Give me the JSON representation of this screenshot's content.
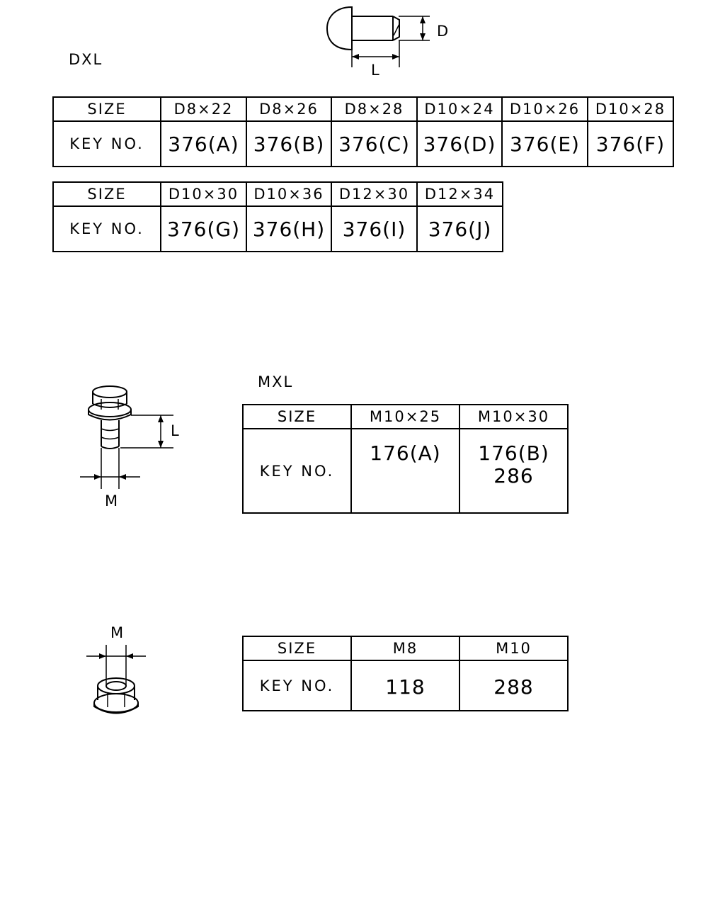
{
  "dxl": {
    "title": "DXL",
    "dim_d": "D",
    "dim_l": "L",
    "tables": [
      {
        "size_header": "SIZE",
        "key_header": "KEY NO.",
        "sizes": [
          "D8×22",
          "D8×26",
          "D8×28",
          "D10×24",
          "D10×26",
          "D10×28"
        ],
        "keys": [
          "376(A)",
          "376(B)",
          "376(C)",
          "376(D)",
          "376(E)",
          "376(F)"
        ]
      },
      {
        "size_header": "SIZE",
        "key_header": "KEY NO.",
        "sizes": [
          "D10×30",
          "D10×36",
          "D12×30",
          "D12×34"
        ],
        "keys": [
          "376(G)",
          "376(H)",
          "376(I)",
          "376(J)"
        ]
      }
    ]
  },
  "mxl": {
    "title": "MXL",
    "dim_l": "L",
    "dim_m": "M",
    "table": {
      "size_header": "SIZE",
      "key_header": "KEY NO.",
      "sizes": [
        "M10×25",
        "M10×30"
      ],
      "keys": [
        [
          "176(A)"
        ],
        [
          "176(B)",
          "286"
        ]
      ]
    }
  },
  "nut": {
    "dim_m": "M",
    "table": {
      "size_header": "SIZE",
      "key_header": "KEY NO.",
      "sizes": [
        "M8",
        "M10"
      ],
      "keys": [
        "118",
        "288"
      ]
    }
  }
}
